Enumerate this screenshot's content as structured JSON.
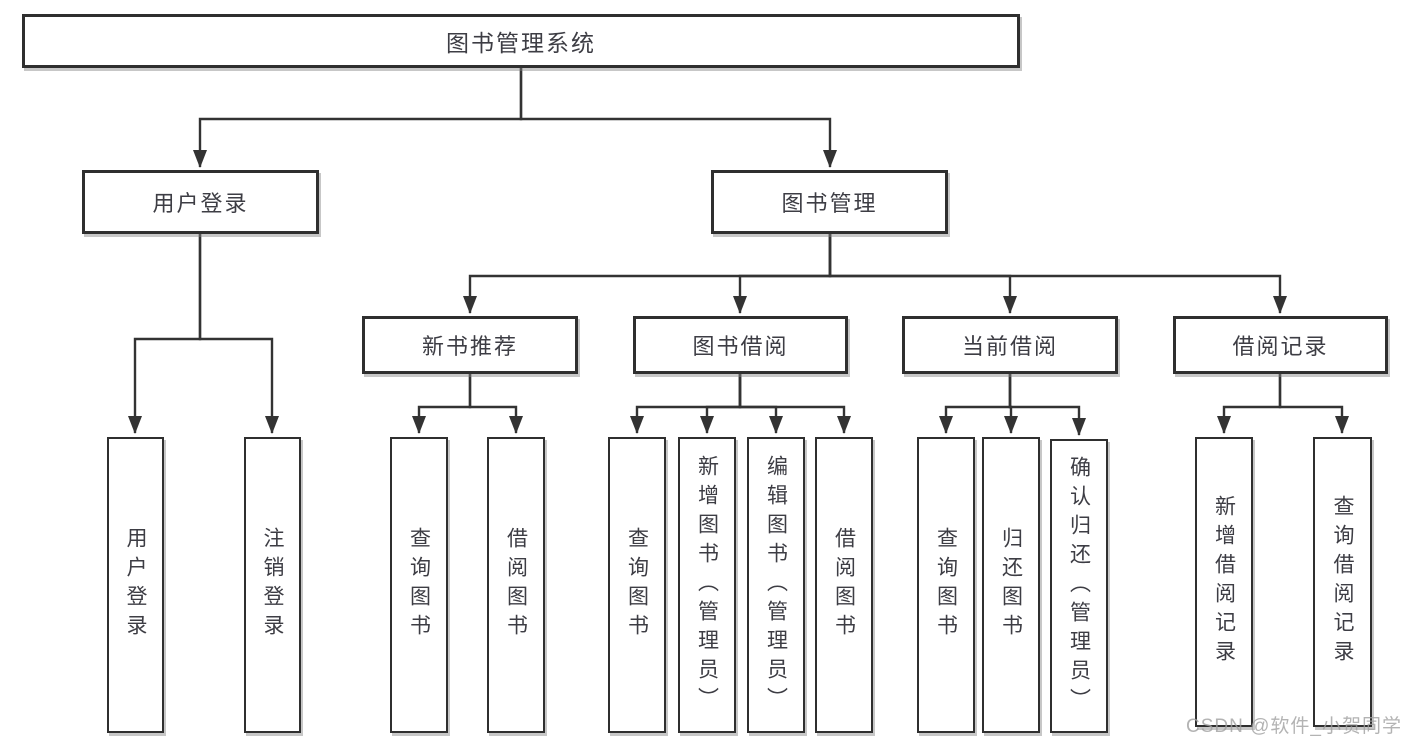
{
  "diagram": {
    "root": {
      "label": "图书管理系统",
      "children": [
        {
          "label": "用户登录",
          "children": [
            {
              "label": "用户登录"
            },
            {
              "label": "注销登录"
            }
          ]
        },
        {
          "label": "图书管理",
          "children": [
            {
              "label": "新书推荐",
              "children": [
                {
                  "label": "查询图书"
                },
                {
                  "label": "借阅图书"
                }
              ]
            },
            {
              "label": "图书借阅",
              "children": [
                {
                  "label": "查询图书"
                },
                {
                  "label": "新增图书（管理员）"
                },
                {
                  "label": "编辑图书（管理员）"
                },
                {
                  "label": "借阅图书"
                }
              ]
            },
            {
              "label": "当前借阅",
              "children": [
                {
                  "label": "查询图书"
                },
                {
                  "label": "归还图书"
                },
                {
                  "label": "确认归还（管理员）"
                }
              ]
            },
            {
              "label": "借阅记录",
              "children": [
                {
                  "label": "新增借阅记录"
                },
                {
                  "label": "查询借阅记录"
                }
              ]
            }
          ]
        }
      ]
    },
    "watermark": "CSDN @软件_小贺同学",
    "colors": {
      "line": "#333333",
      "box_border": "#2f2f2f",
      "text": "#3d3d44",
      "background": "#ffffff",
      "watermark": "#a0a0a0"
    }
  }
}
